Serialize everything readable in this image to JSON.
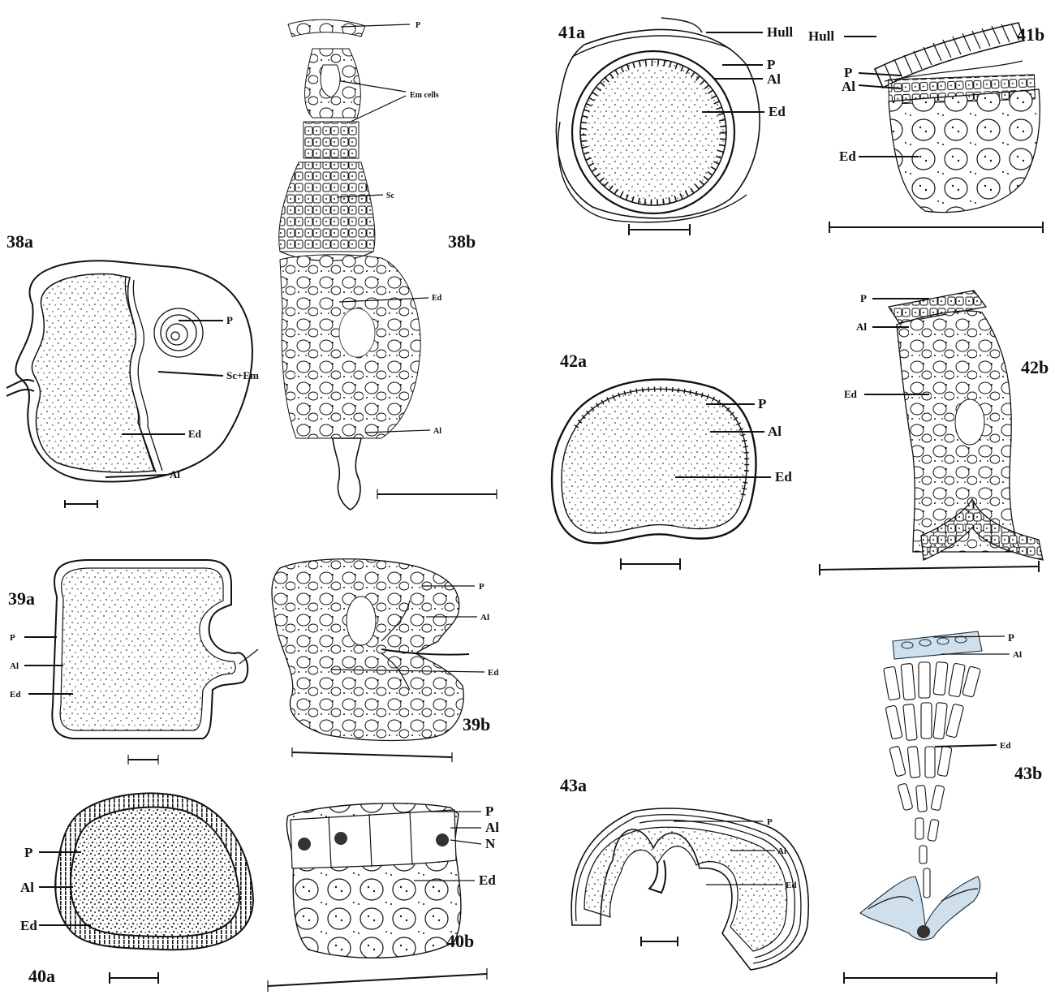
{
  "figures": {
    "f38a": {
      "label": "38a",
      "parts": [
        "P",
        "Sc+Em",
        "Ed",
        "Al"
      ]
    },
    "f38b": {
      "label": "38b",
      "parts": [
        "P",
        "Em cells",
        "Sc",
        "Ed",
        "Al"
      ]
    },
    "f39a": {
      "label": "39a",
      "parts": [
        "P",
        "Al",
        "Ed"
      ]
    },
    "f39b": {
      "label": "39b",
      "parts": [
        "P",
        "Al",
        "Ed"
      ]
    },
    "f40a": {
      "label": "40a",
      "parts": [
        "P",
        "Al",
        "Ed"
      ]
    },
    "f40b": {
      "label": "40b",
      "parts": [
        "P",
        "Al",
        "N",
        "Ed"
      ]
    },
    "f41a": {
      "label": "41a",
      "parts": [
        "Hull",
        "P",
        "Al",
        "Ed"
      ]
    },
    "f41b": {
      "label": "41b",
      "parts": [
        "Hull",
        "P",
        "Al",
        "Ed"
      ]
    },
    "f42a": {
      "label": "42a",
      "parts": [
        "P",
        "Al",
        "Ed"
      ]
    },
    "f42b": {
      "label": "42b",
      "parts": [
        "P",
        "Al",
        "Ed"
      ]
    },
    "f43a": {
      "label": "43a",
      "parts": [
        "P",
        "Al",
        "Ed"
      ]
    },
    "f43b": {
      "label": "43b",
      "parts": [
        "P",
        "Al",
        "Ed"
      ]
    }
  }
}
